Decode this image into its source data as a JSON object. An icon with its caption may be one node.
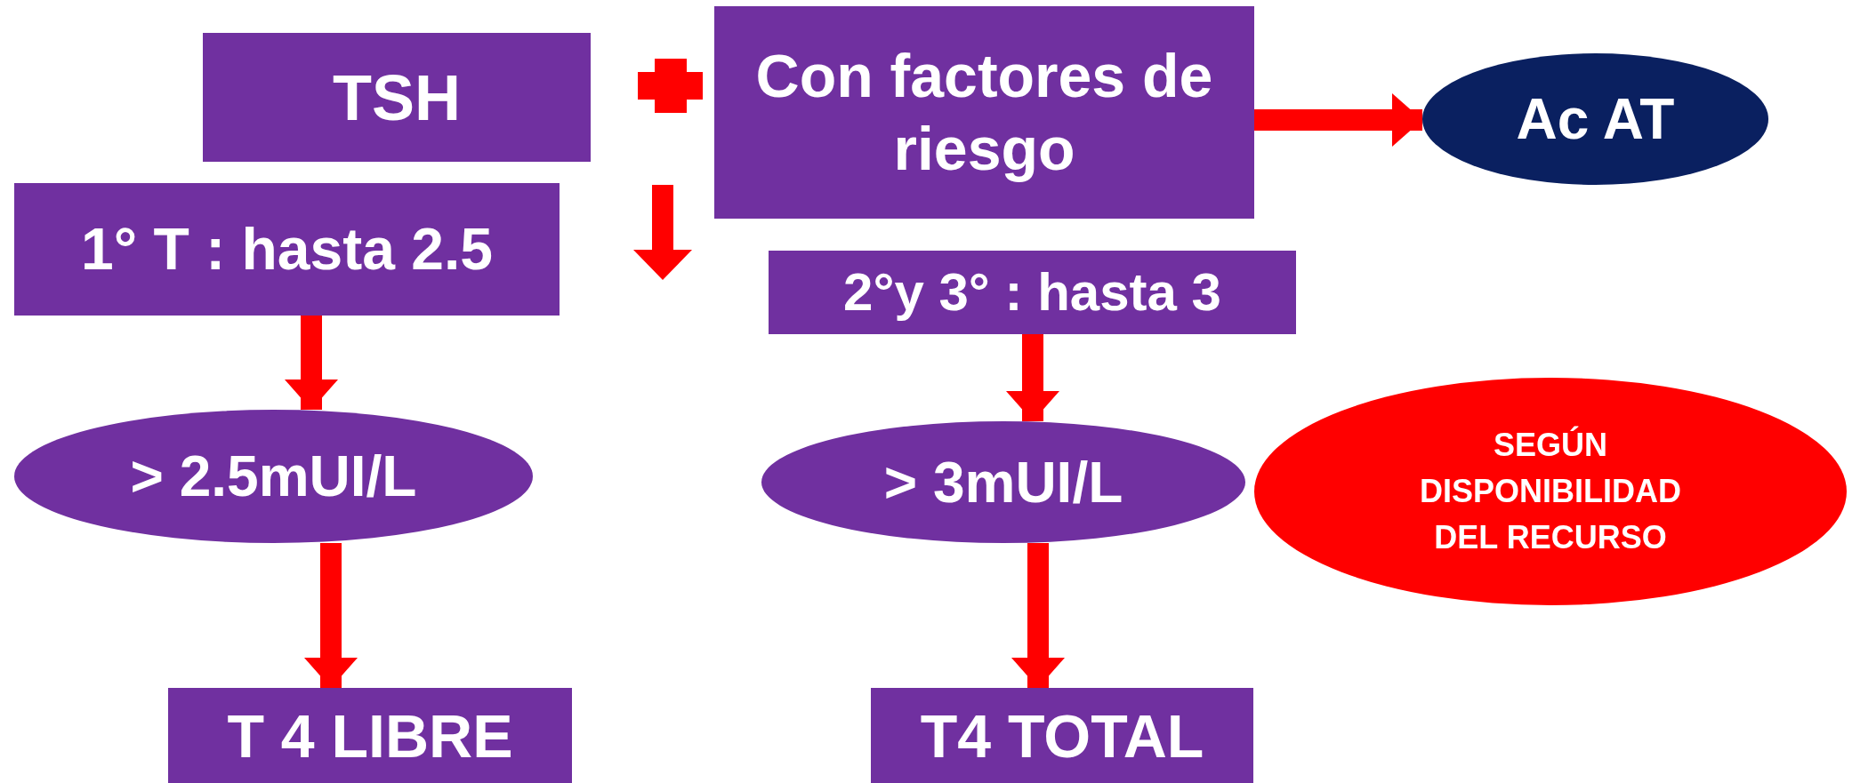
{
  "diagram": {
    "nodes": [
      {
        "text": [
          "TSH"
        ]
      },
      {
        "text": [
          "Con factores de riesgo"
        ]
      },
      {
        "text": [
          "Ac  AT"
        ]
      },
      {
        "text": [
          "1° T : hasta 2.5"
        ]
      },
      {
        "text": [
          "2°y 3° : hasta 3"
        ]
      },
      {
        "text": [
          ">  2.5mUI/L"
        ]
      },
      {
        "text": [
          ">  3mUI/L"
        ]
      },
      {
        "text": [
          "SEGÚN DISPONIBILIDAD DEL RECURSO"
        ]
      },
      {
        "text": [
          "T 4 LIBRE"
        ]
      },
      {
        "text": [
          "T4 TOTAL"
        ]
      }
    ],
    "edges": [
      {
        "from": 1,
        "to": 2,
        "arrow": "to"
      },
      {
        "from": 3,
        "to": 5,
        "arrow": "to"
      },
      {
        "from": 5,
        "to": 8,
        "arrow": "to"
      },
      {
        "from": 4,
        "to": 6,
        "arrow": "to"
      },
      {
        "from": 6,
        "to": 9,
        "arrow": "to"
      }
    ]
  }
}
